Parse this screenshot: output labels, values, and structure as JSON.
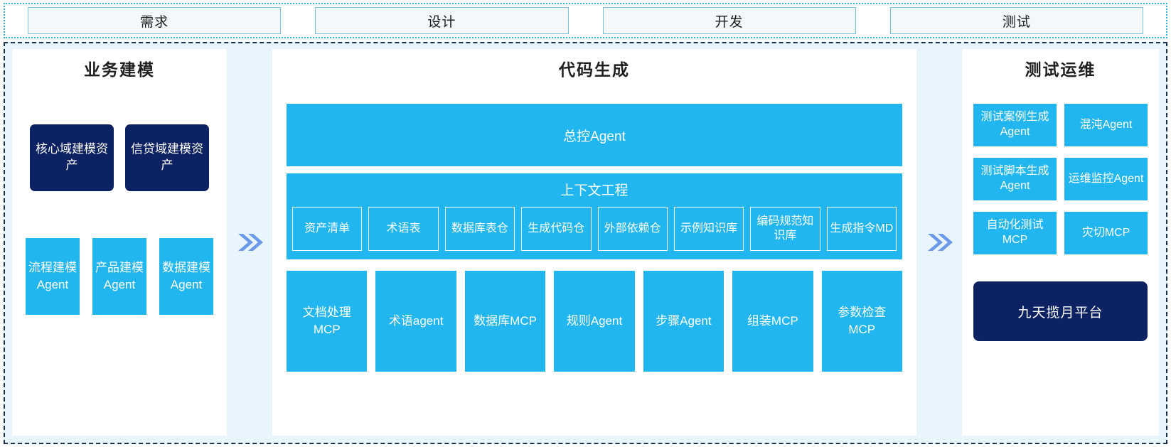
{
  "colors": {
    "accent_cyan": "#21b6ef",
    "navy": "#0c2263",
    "panel_bg": "#e9f5fd",
    "chevron": "#6b9aea",
    "strip_border": "#2eb3e6",
    "main_border": "#17314f"
  },
  "phases": [
    {
      "label": "需求"
    },
    {
      "label": "设计"
    },
    {
      "label": "开发"
    },
    {
      "label": "测试"
    }
  ],
  "left_panel": {
    "title": "业务建模",
    "assets": [
      {
        "label": "核心域建模资产"
      },
      {
        "label": "信贷域建模资产"
      }
    ],
    "agents": [
      {
        "label": "流程建模Agent"
      },
      {
        "label": "产品建模Agent"
      },
      {
        "label": "数据建模Agent"
      }
    ]
  },
  "arrows": [
    {
      "name": "double-chevron-right"
    },
    {
      "name": "double-chevron-right"
    }
  ],
  "center_panel": {
    "title": "代码生成",
    "master_agent": "总控Agent",
    "context": {
      "title": "上下文工程",
      "items": [
        {
          "label": "资产清单"
        },
        {
          "label": "术语表"
        },
        {
          "label": "数据库表仓"
        },
        {
          "label": "生成代码仓"
        },
        {
          "label": "外部依赖仓"
        },
        {
          "label": "示例知识库"
        },
        {
          "label": "编码规范知识库"
        },
        {
          "label": "生成指令MD"
        }
      ]
    },
    "tools": [
      {
        "label": "文档处理MCP"
      },
      {
        "label": "术语agent"
      },
      {
        "label": "数据库MCP"
      },
      {
        "label": "规则Agent"
      },
      {
        "label": "步骤Agent"
      },
      {
        "label": "组装MCP"
      },
      {
        "label": "参数检查MCP"
      }
    ]
  },
  "right_panel": {
    "title": "测试运维",
    "items": [
      {
        "label": "测试案例生成Agent"
      },
      {
        "label": "混沌Agent"
      },
      {
        "label": "测试脚本生成Agent"
      },
      {
        "label": "运维监控Agent"
      },
      {
        "label": "自动化测试MCP"
      },
      {
        "label": "灾切MCP"
      }
    ],
    "platform": "九天揽月平台"
  }
}
